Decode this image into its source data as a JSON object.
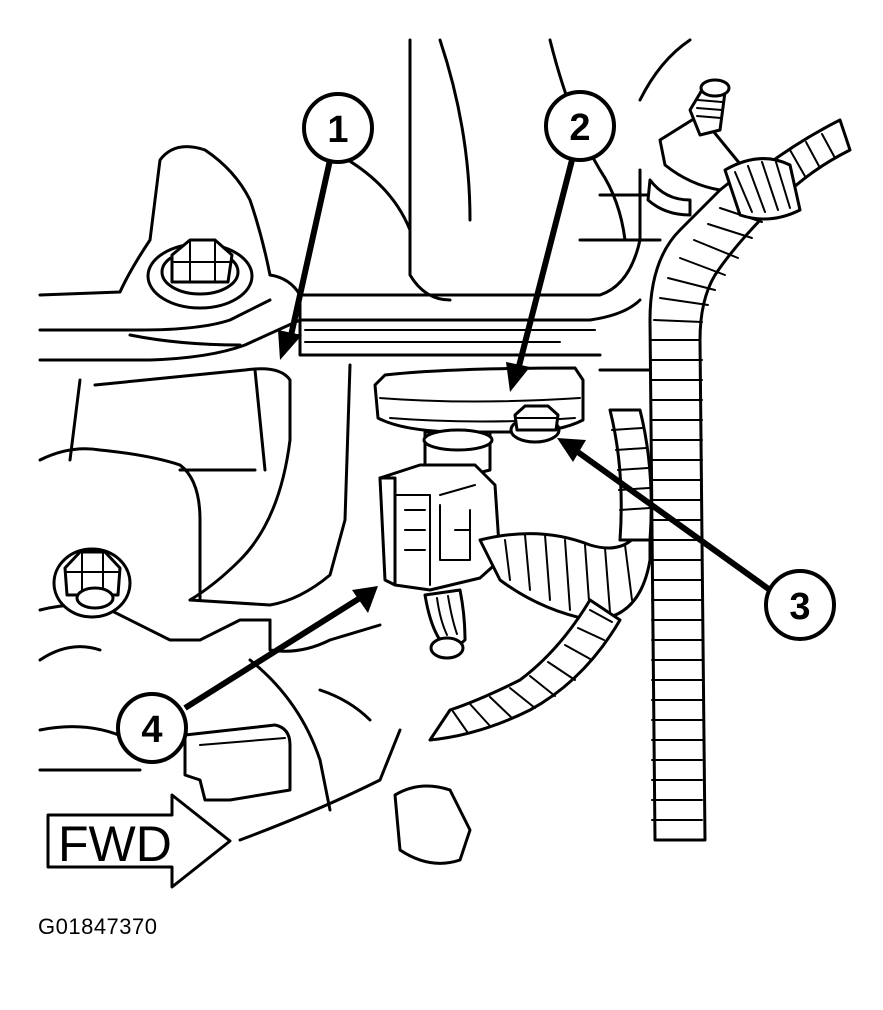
{
  "callouts": [
    {
      "id": "1",
      "label": "1"
    },
    {
      "id": "2",
      "label": "2"
    },
    {
      "id": "3",
      "label": "3"
    },
    {
      "id": "4",
      "label": "4"
    }
  ],
  "direction": {
    "label": "FWD"
  },
  "figure_id": "G01847370",
  "colors": {
    "line": "#000000",
    "background": "#ffffff"
  }
}
